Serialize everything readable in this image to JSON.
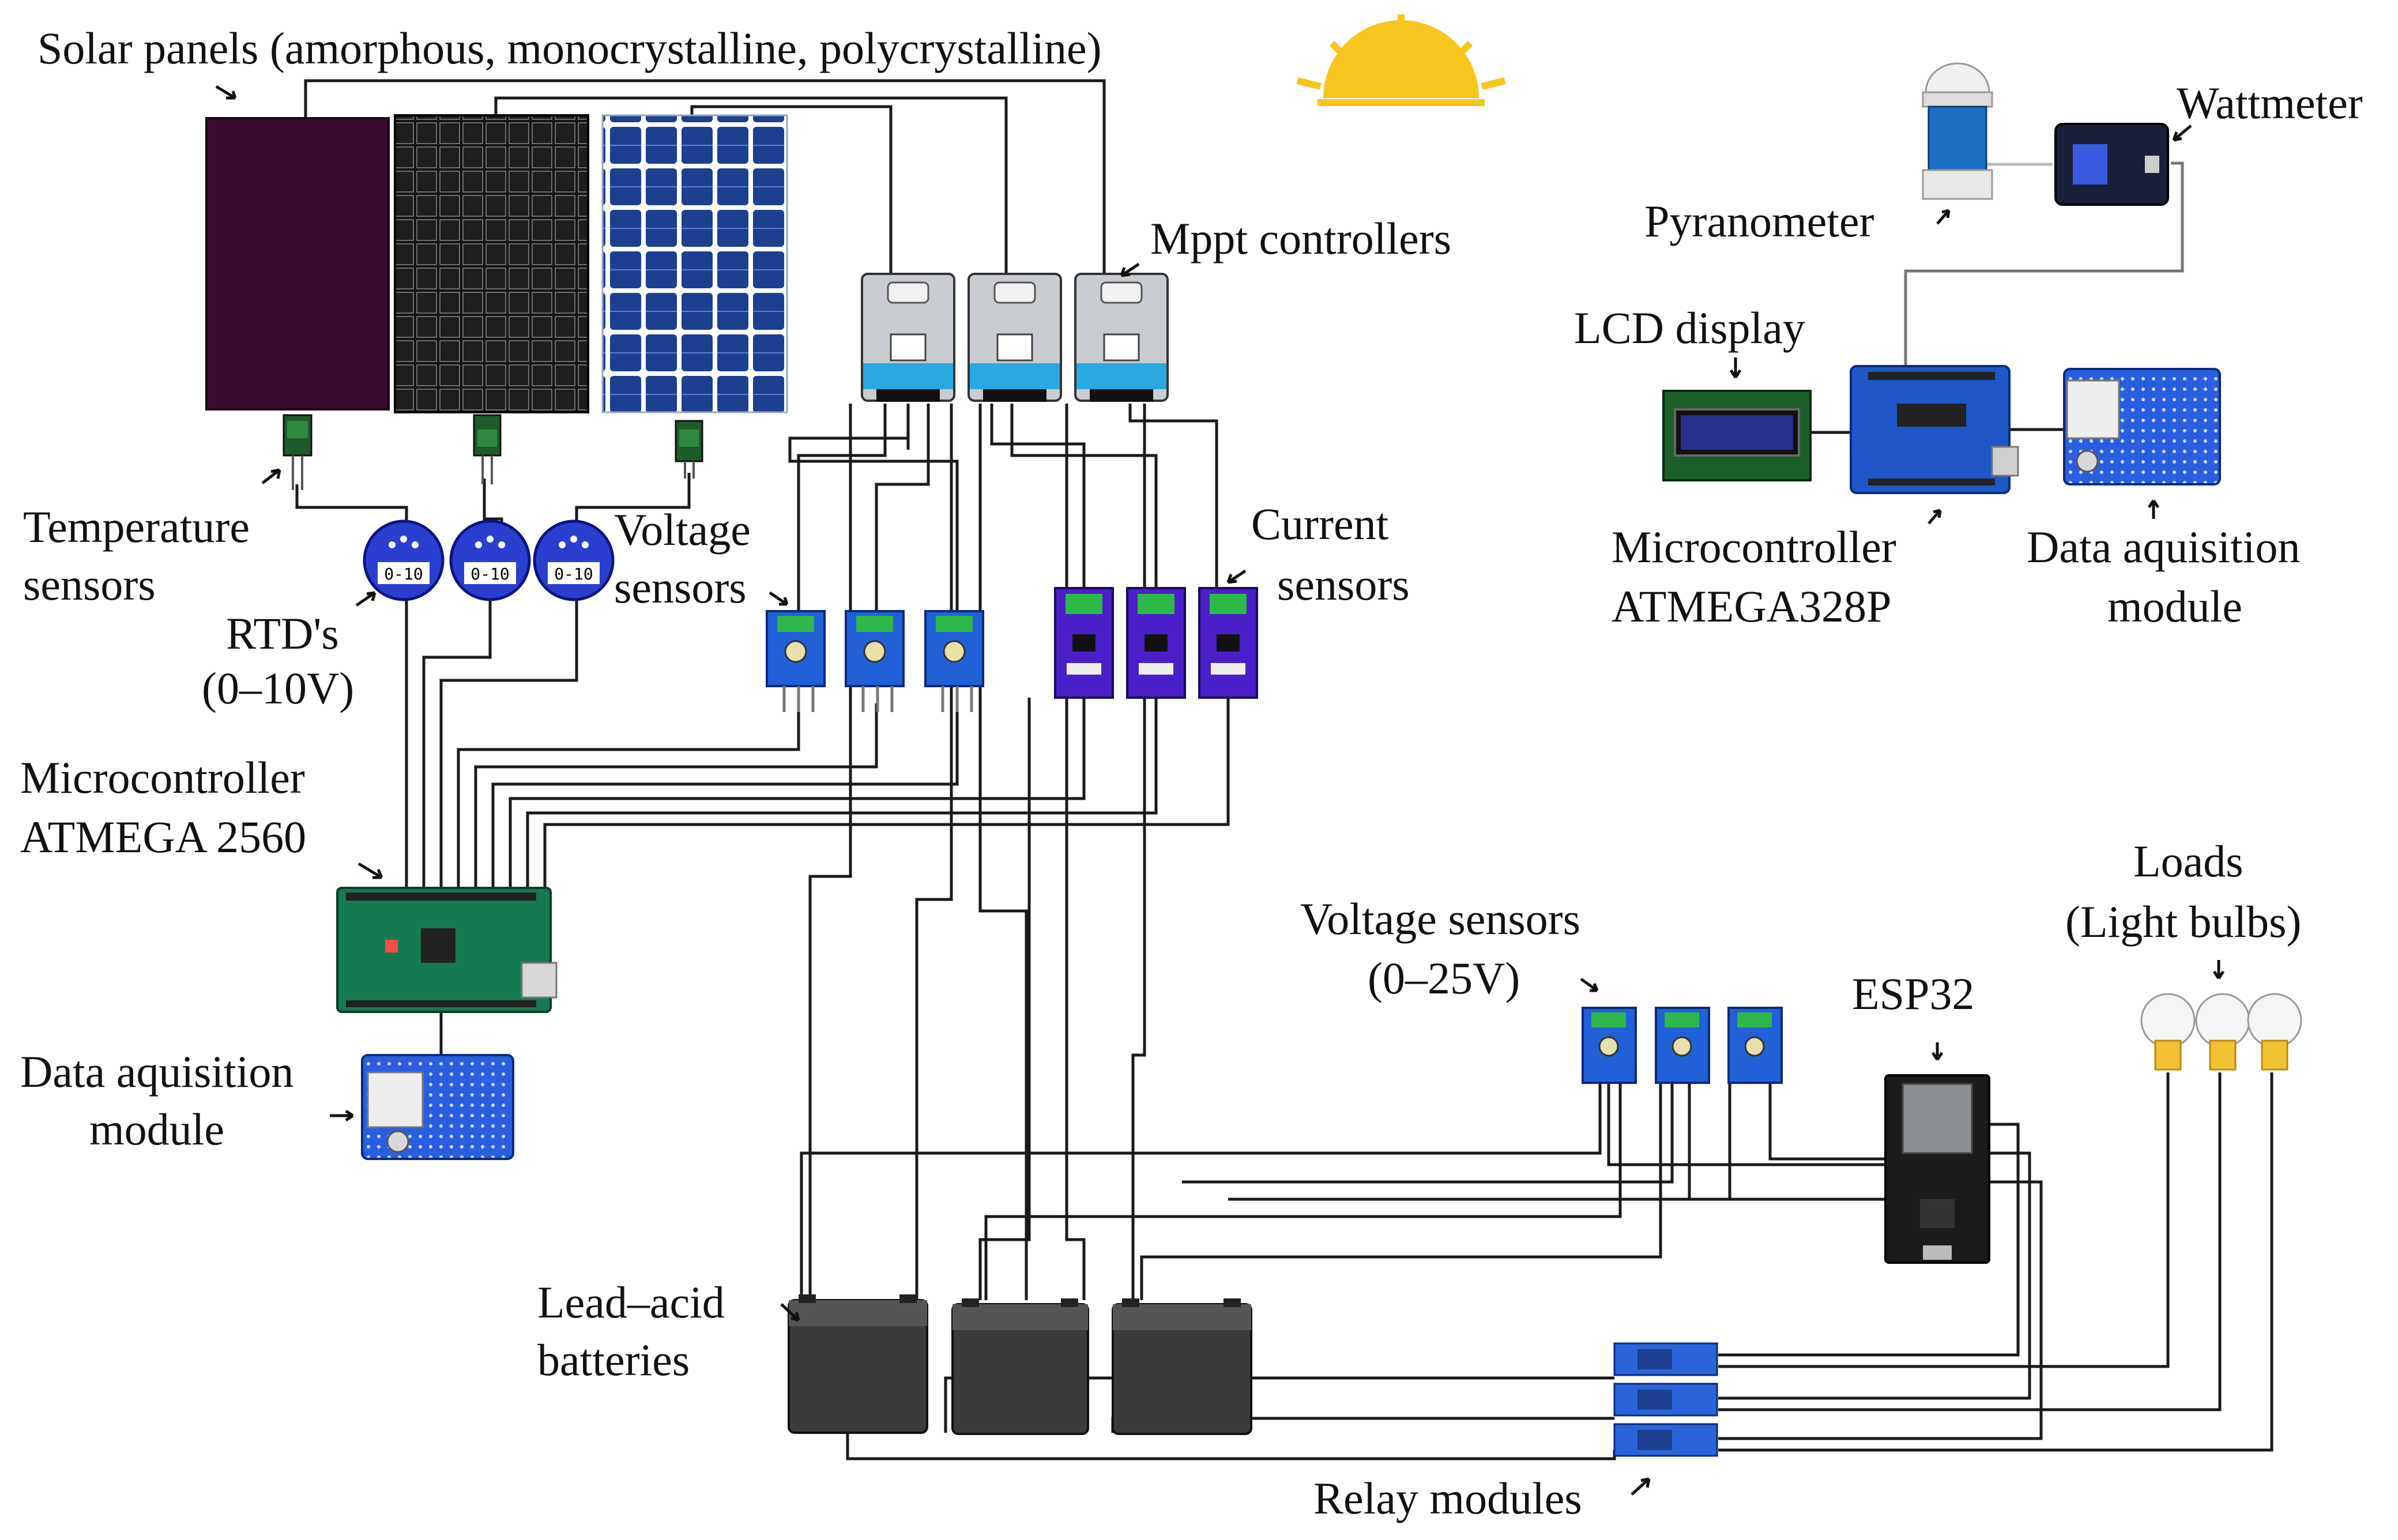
{
  "labels": {
    "solar_panels": "Solar panels (amorphous, monocrystalline, polycrystalline)",
    "mppt": "Mppt controllers",
    "temp_1": "Temperature",
    "temp_2": "sensors",
    "rtd_1": "RTD's",
    "rtd_2": "(0–10V)",
    "voltage_1": "Voltage",
    "voltage_2": "sensors",
    "current_1": "Current",
    "current_2": "sensors",
    "mcu2560_1": "Microcontroller",
    "mcu2560_2": "ATMEGA 2560",
    "daq_left_1": "Data aquisition",
    "daq_left_2": "module",
    "batteries_1": "Lead–acid",
    "batteries_2": "batteries",
    "relay": "Relay modules",
    "vs25_1": "Voltage sensors",
    "vs25_2": "(0–25V)",
    "esp32": "ESP32",
    "loads_1": "Loads",
    "loads_2": "(Light bulbs)",
    "pyranometer": "Pyranometer",
    "wattmeter": "Wattmeter",
    "lcd": "LCD display",
    "mcu328_1": "Microcontroller",
    "mcu328_2": "ATMEGA328P",
    "daq_right_1": "Data aquisition",
    "daq_right_2": "module"
  },
  "rtd_range": "0-10",
  "icons": [
    "sun-icon",
    "solar-panel-icon",
    "mppt-controller-icon",
    "temperature-sensor-icon",
    "rtd-icon",
    "voltage-sensor-icon",
    "current-sensor-icon",
    "arduino-mega-icon",
    "sd-shield-icon",
    "battery-icon",
    "relay-module-icon",
    "esp32-icon",
    "light-bulb-icon",
    "pyranometer-icon",
    "wattmeter-icon",
    "lcd-icon",
    "arduino-uno-icon"
  ],
  "colors": {
    "sun": "#f7c51e",
    "amorphous_panel": "#3b0a2f",
    "mono_panel": "#141414",
    "poly_panel": "#1d3f8f",
    "mppt_body": "#c9ccd1",
    "mppt_accent": "#2aa8e0",
    "voltage_sensor": "#2160d6",
    "current_sensor": "#4a1fc7",
    "mega_board": "#157a52",
    "uno_board": "#1f57c8",
    "battery": "#3b3b3b",
    "wire": "#1a1a1a"
  }
}
